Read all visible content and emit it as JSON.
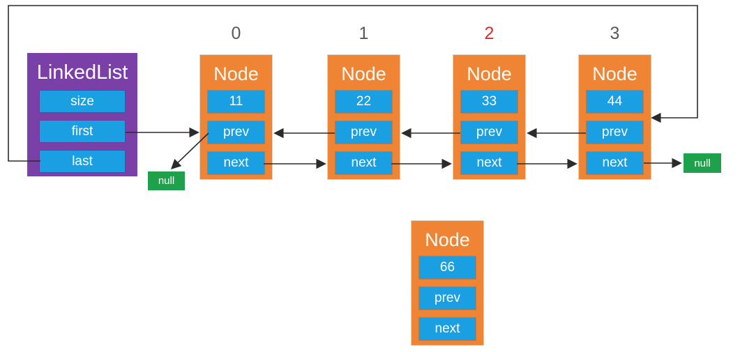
{
  "linked_list": {
    "title": "LinkedList",
    "fields": [
      {
        "label": "size"
      },
      {
        "label": "first"
      },
      {
        "label": "last"
      }
    ]
  },
  "nodes": [
    {
      "index": "0",
      "index_color": "#595959",
      "title": "Node",
      "value": "11",
      "prev_label": "prev",
      "next_label": "next"
    },
    {
      "index": "1",
      "index_color": "#595959",
      "title": "Node",
      "value": "22",
      "prev_label": "prev",
      "next_label": "next"
    },
    {
      "index": "2",
      "index_color": "#e12d22",
      "title": "Node",
      "value": "33",
      "prev_label": "prev",
      "next_label": "next"
    },
    {
      "index": "3",
      "index_color": "#595959",
      "title": "Node",
      "value": "44",
      "prev_label": "prev",
      "next_label": "next"
    }
  ],
  "detached_node": {
    "title": "Node",
    "value": "66",
    "prev_label": "prev",
    "next_label": "next"
  },
  "nulls": {
    "head_prev": "null",
    "tail_next": "null"
  },
  "colors": {
    "list_fill": "#7b3fa8",
    "node_fill": "#ee8434",
    "cell_fill": "#199fe2",
    "null_fill": "#1fa04a",
    "line": "#2b2b2b",
    "index_default": "#595959",
    "index_highlight": "#e12d22",
    "text": "#ffffff"
  }
}
